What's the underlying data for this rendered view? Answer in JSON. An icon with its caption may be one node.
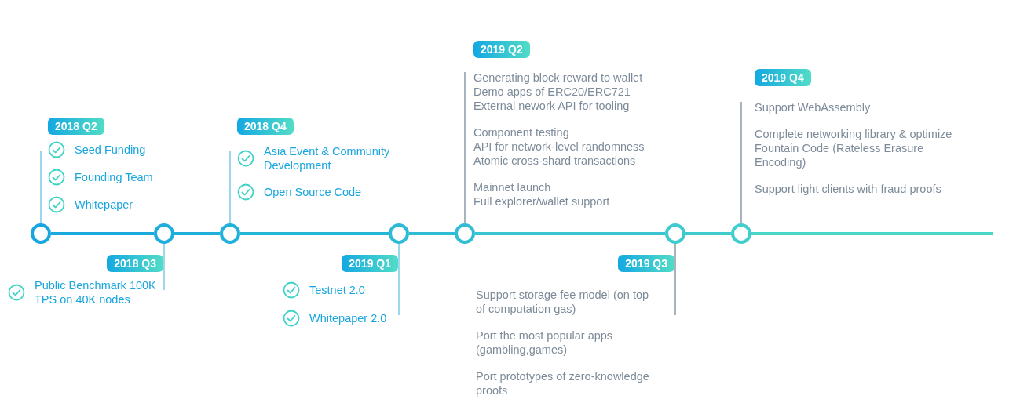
{
  "diagram": {
    "nodes": [
      {
        "text": [
          "2018 Q2",
          "Seed Funding",
          "Founding Team",
          "Whitepaper"
        ]
      },
      {
        "text": [
          "2018 Q3",
          "Public Benchmark 100K TPS on 40K nodes"
        ]
      },
      {
        "text": [
          "2018 Q4",
          "Asia Event & Community Development",
          "Open Source Code"
        ]
      },
      {
        "text": [
          "2019 Q1",
          "Testnet 2.0",
          "Whitepaper 2.0"
        ]
      },
      {
        "text": [
          "2019 Q2",
          "Generating block reward to wallet",
          "Demo apps of ERC20/ERC721",
          "External nework API for tooling"
        ]
      },
      {
        "text": [
          "Component testing",
          "API for network-level randomness",
          "Atomic cross-shard transactions"
        ]
      },
      {
        "text": [
          "Mainnet launch",
          "Full explorer/wallet support"
        ]
      },
      {
        "text": [
          "2019 Q3",
          "Support storage fee model (on top of computation gas)"
        ]
      },
      {
        "text": [
          "Port the most popular apps (gambling,games)"
        ]
      },
      {
        "text": [
          "Port prototypes of zero-knowledge proofs"
        ]
      },
      {
        "text": [
          "2019 Q4",
          "Support WebAssembly"
        ]
      },
      {
        "text": [
          "Complete networking library & optimize Fountain Code (Rateless Erasure Encoding)"
        ]
      },
      {
        "text": [
          "Support light clients with fraud proofs"
        ]
      },
      {
        "text": [],
        "shape": "circle"
      },
      {
        "text": [],
        "shape": "circle"
      },
      {
        "text": [],
        "shape": "circle"
      },
      {
        "text": [],
        "shape": "circle"
      },
      {
        "text": [],
        "shape": "circle"
      },
      {
        "text": [],
        "shape": "circle"
      },
      {
        "text": [],
        "shape": "circle"
      }
    ],
    "edges": [
      {
        "from": 0,
        "to": 13,
        "arrow": "none",
        "color": "#7cc9ea"
      },
      {
        "from": 1,
        "to": 14,
        "arrow": "none",
        "color": "#7cc9ea"
      },
      {
        "from": 2,
        "to": 15,
        "arrow": "none",
        "color": "#7cc9ea"
      },
      {
        "from": 3,
        "to": 16,
        "arrow": "none",
        "color": "#7cc9ea"
      },
      {
        "from": 4,
        "to": 17,
        "arrow": "none",
        "color": "#8d9aa8"
      },
      {
        "from": 7,
        "to": 18,
        "arrow": "none",
        "color": "#8d9aa8"
      },
      {
        "from": 10,
        "to": 19,
        "arrow": "none",
        "color": "#8d9aa8"
      },
      {
        "from": 13,
        "to": 14,
        "arrow": "none",
        "style": "thick",
        "color": "#1aaadd"
      },
      {
        "from": 14,
        "to": 15,
        "arrow": "none",
        "style": "thick",
        "color": "#20afdb"
      },
      {
        "from": 15,
        "to": 16,
        "arrow": "none",
        "style": "thick",
        "color": "#28b6d8"
      },
      {
        "from": 16,
        "to": 17,
        "arrow": "none",
        "style": "thick",
        "color": "#2fbcd5"
      },
      {
        "from": 17,
        "to": 18,
        "arrow": "none",
        "style": "thick",
        "color": "#38c4d1"
      },
      {
        "from": 18,
        "to": 19,
        "arrow": "none",
        "style": "thick",
        "color": "#40cccd"
      },
      {
        "from": 19,
        "to": null,
        "arrow": "none",
        "style": "thick",
        "color": "#4ad5c9"
      }
    ]
  }
}
